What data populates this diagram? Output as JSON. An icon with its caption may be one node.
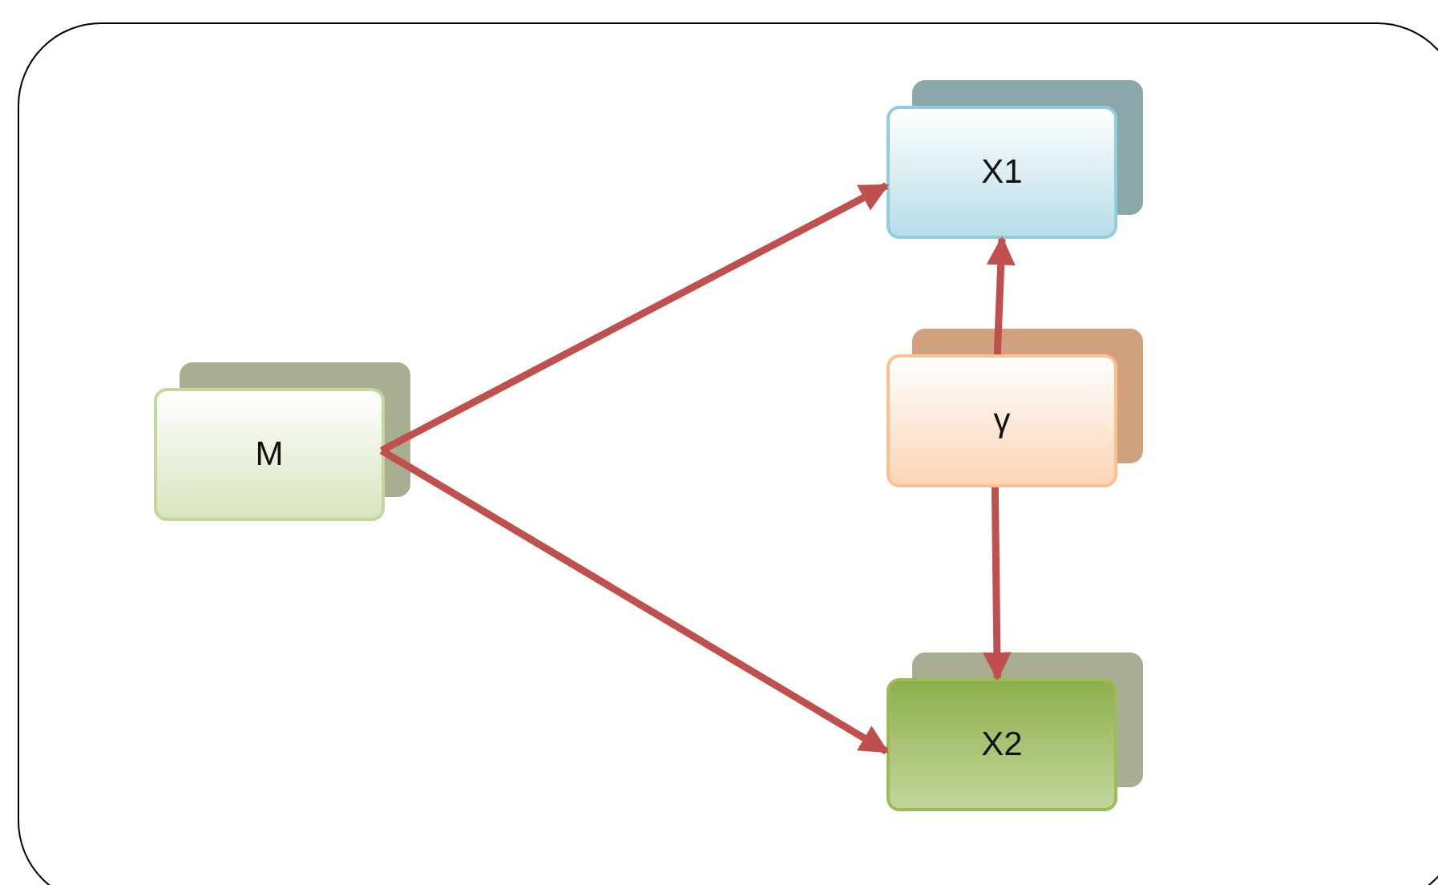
{
  "diagram": {
    "nodes": [
      {
        "text": [
          "M"
        ]
      },
      {
        "text": [
          "X1"
        ]
      },
      {
        "text": [
          "γ"
        ]
      },
      {
        "text": [
          "X2"
        ]
      }
    ],
    "edges": [
      {
        "from": 0,
        "to": 1,
        "arrow": "to"
      },
      {
        "from": 0,
        "to": 3,
        "arrow": "to"
      },
      {
        "from": 2,
        "to": 1,
        "arrow": "to"
      },
      {
        "from": 2,
        "to": 3,
        "arrow": "to"
      }
    ]
  }
}
